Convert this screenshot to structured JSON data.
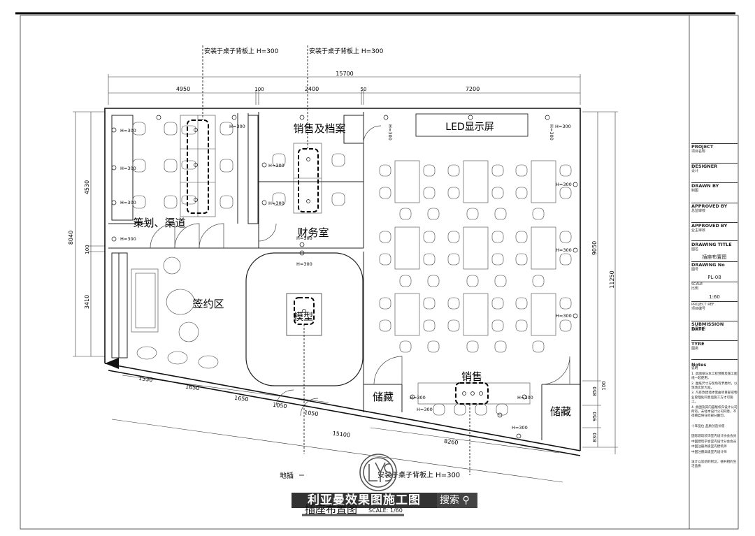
{
  "labels": {
    "desk_note_1": "安装于桌子背板上 H=300",
    "desk_note_2": "安装于桌子背板上 H=300",
    "desk_note_3": "安装于桌子背板上 H=300",
    "floor_socket": "地插",
    "room_planning": "策划、渠道",
    "room_sales_archive": "销售及档案",
    "room_finance": "财务室",
    "room_signing": "签约区",
    "room_model": "模型",
    "room_sales": "销售",
    "storage_left": "储藏",
    "storage_right": "储藏",
    "led": "LED显示屏",
    "h300": "H=300",
    "drawing_title": "插座布置图",
    "scale": "SCALE: 1/60"
  },
  "dims": {
    "total": "15700",
    "d1": "4950",
    "d2": "100",
    "d3": "2400",
    "d4": "50",
    "d5": "7200",
    "left_a": "4530",
    "left_b": "8040",
    "left_c": "100",
    "left_d": "3410",
    "right_a": "9050",
    "right_b": "11250",
    "right_c": "850",
    "right_d": "100",
    "right_e": "950",
    "right_f": "830",
    "bot_a": "1530",
    "bot_b": "1650",
    "bot_c": "1650",
    "bot_d": "1050",
    "bot_e": "1050",
    "bot_f": "15100",
    "bot_g": "8260"
  },
  "title_block": {
    "project": "PROJECT",
    "project_cn": "项目名称",
    "designer": "DESIGNER",
    "designer_cn": "设计",
    "drawn_by": "DRAWN BY",
    "drawn_by_cn": "制图",
    "approved_by": "APPROVED BY",
    "approved_by_cn": "总监审核",
    "approved_by2": "APPROVED BY",
    "approved_by2_cn": "业主审核",
    "drawing_title": "DRAWING TITLE",
    "drawing_title_cn": "图名",
    "drawing_title_value": "插座布置图",
    "drawing_no": "DRAWING No",
    "drawing_no_cn": "图号",
    "drawing_no_value": "PL-08",
    "scale": "SCALE",
    "scale_cn": "比例",
    "scale_value": "1:60",
    "project_ref": "PROJECT REF",
    "project_ref_cn": "项目编号",
    "submission_date": "SUBMISSION DATE",
    "submission_date_cn": "交图日期",
    "tyre": "TYRE",
    "tyre_cn": "图类",
    "notes": "Notes",
    "notes_cn": "说明",
    "note1": "1. 此图纸与本工程预算及施工图纸一起使用。",
    "note2": "2. 图纸尺寸与现场有矛盾时，以现场实际为准。",
    "note3": "3. 凡有改建墙体需由项目部或物业管理处同意后施工方才可施工。",
    "note4": "4. 此图及其内容版权归设计公司所有，未经本设计公司同意，不得擅自将任何部分翻印。",
    "motto": "十年品位  品质创造价值",
    "org1": "国际建筑装饰室内设计协会会员",
    "org2": "中国建筑学会室内设计分会会员",
    "org3": "中国注册高级室内建筑师",
    "org4": "中国注册高级室内设计师",
    "footer": "设计以思想的积淀，德并相的生活品质"
  },
  "watermark": {
    "text": "利亚曼效果图施工图",
    "search": "搜索"
  }
}
